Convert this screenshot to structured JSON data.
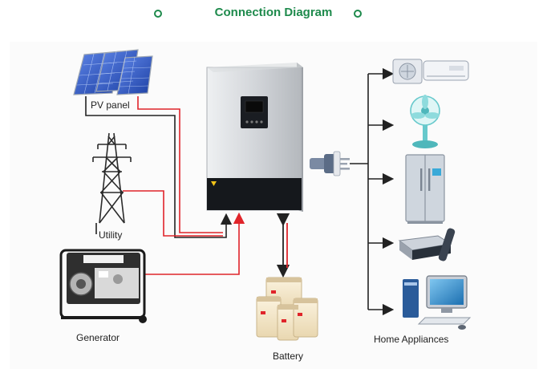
{
  "title": "Connection Diagram",
  "labels": {
    "pv_panel": "PV panel",
    "utility": "Utility",
    "generator": "Generator",
    "battery": "Battery",
    "home_appliances": "Home Appliances"
  },
  "colors": {
    "title_green": "#1e8a4c",
    "positive_wire": "#e0242a",
    "negative_wire": "#222222",
    "solar_blue": "#2a56c6",
    "inverter_gray": "#c9ccd0"
  },
  "icons": [
    "solar-panel-icon",
    "utility-tower-icon",
    "generator-icon",
    "inverter-icon",
    "battery-icon",
    "power-plug-icon",
    "air-conditioner-icon",
    "fan-icon",
    "refrigerator-icon",
    "dvd-player-icon",
    "computer-icon"
  ]
}
